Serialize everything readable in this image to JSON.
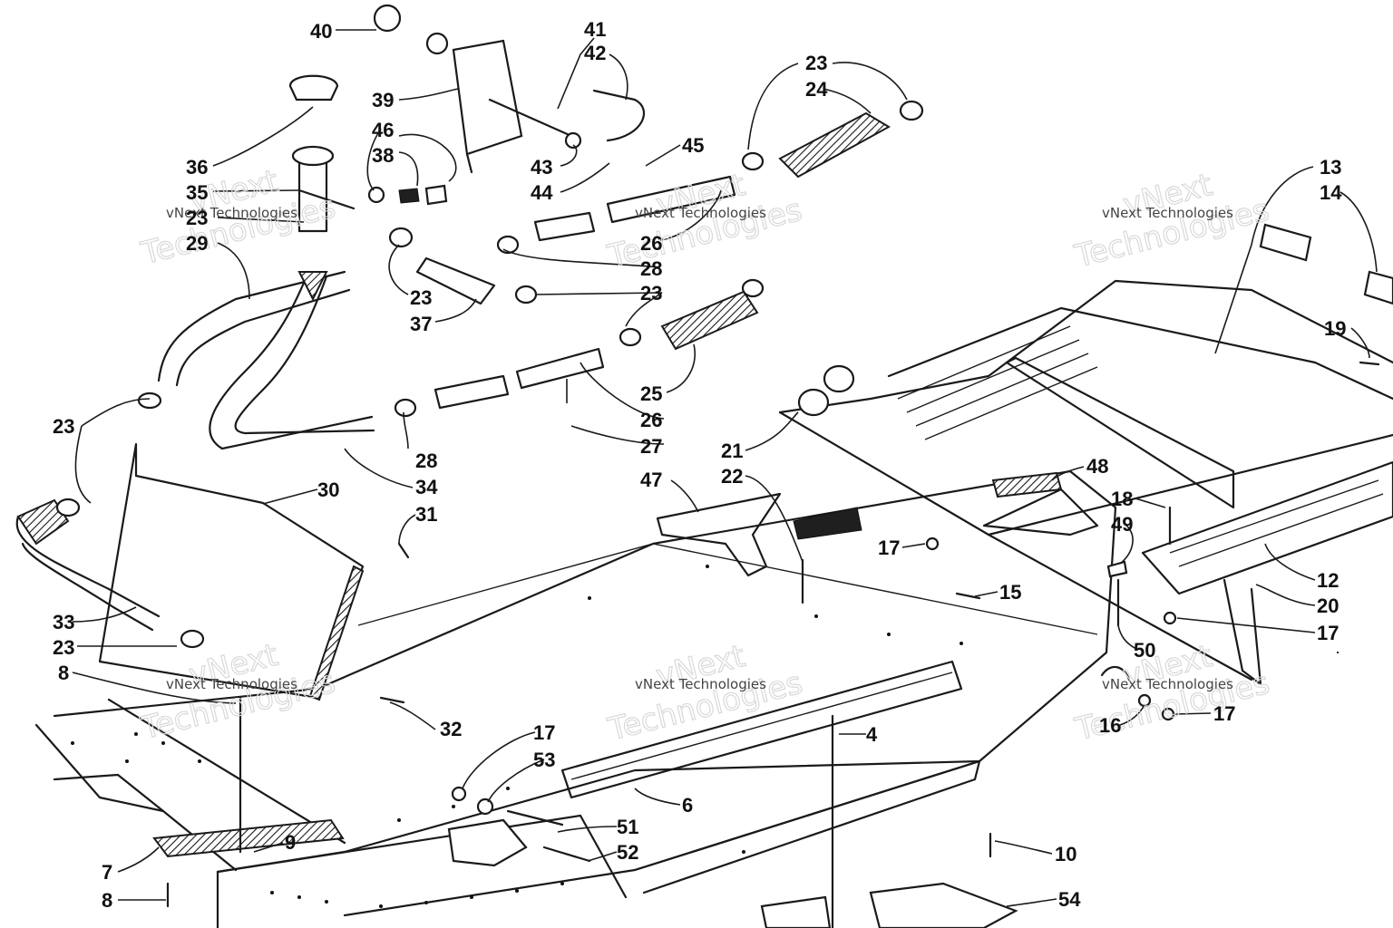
{
  "labels": [
    {
      "id": "l40",
      "text": "40"
    },
    {
      "id": "l41",
      "text": "41"
    },
    {
      "id": "l42",
      "text": "42"
    },
    {
      "id": "l39",
      "text": "39"
    },
    {
      "id": "l46",
      "text": "46"
    },
    {
      "id": "l38",
      "text": "38"
    },
    {
      "id": "l36",
      "text": "36"
    },
    {
      "id": "l35",
      "text": "35"
    },
    {
      "id": "l23a",
      "text": "23"
    },
    {
      "id": "l29",
      "text": "29"
    },
    {
      "id": "l43",
      "text": "43"
    },
    {
      "id": "l44",
      "text": "44"
    },
    {
      "id": "l45",
      "text": "45"
    },
    {
      "id": "l23b",
      "text": "23"
    },
    {
      "id": "l24",
      "text": "24"
    },
    {
      "id": "l26a",
      "text": "26"
    },
    {
      "id": "l28a",
      "text": "28"
    },
    {
      "id": "l23c",
      "text": "23"
    },
    {
      "id": "l37",
      "text": "37"
    },
    {
      "id": "l23d",
      "text": "23"
    },
    {
      "id": "l25",
      "text": "25"
    },
    {
      "id": "l26b",
      "text": "26"
    },
    {
      "id": "l27",
      "text": "27"
    },
    {
      "id": "l23e",
      "text": "23"
    },
    {
      "id": "l28b",
      "text": "28"
    },
    {
      "id": "l34",
      "text": "34"
    },
    {
      "id": "l30",
      "text": "30"
    },
    {
      "id": "l31",
      "text": "31"
    },
    {
      "id": "l33",
      "text": "33"
    },
    {
      "id": "l23f",
      "text": "23"
    },
    {
      "id": "l8a",
      "text": "8"
    },
    {
      "id": "l32",
      "text": "32"
    },
    {
      "id": "l13",
      "text": "13"
    },
    {
      "id": "l14",
      "text": "14"
    },
    {
      "id": "l19",
      "text": "19"
    },
    {
      "id": "l21",
      "text": "21"
    },
    {
      "id": "l22",
      "text": "22"
    },
    {
      "id": "l47",
      "text": "47"
    },
    {
      "id": "l48",
      "text": "48"
    },
    {
      "id": "l18",
      "text": "18"
    },
    {
      "id": "l49",
      "text": "49"
    },
    {
      "id": "l17a",
      "text": "17"
    },
    {
      "id": "l15",
      "text": "15"
    },
    {
      "id": "l12",
      "text": "12"
    },
    {
      "id": "l20",
      "text": "20"
    },
    {
      "id": "l17b",
      "text": "17"
    },
    {
      "id": "l50",
      "text": "50"
    },
    {
      "id": "l16",
      "text": "16"
    },
    {
      "id": "l17c",
      "text": "17"
    },
    {
      "id": "l4",
      "text": "4"
    },
    {
      "id": "l17d",
      "text": "17"
    },
    {
      "id": "l53",
      "text": "53"
    },
    {
      "id": "l6",
      "text": "6"
    },
    {
      "id": "l51",
      "text": "51"
    },
    {
      "id": "l52",
      "text": "52"
    },
    {
      "id": "l9",
      "text": "9"
    },
    {
      "id": "l7",
      "text": "7"
    },
    {
      "id": "l8b",
      "text": "8"
    },
    {
      "id": "l10",
      "text": "10"
    },
    {
      "id": "l54",
      "text": "54"
    }
  ],
  "watermarks": {
    "line1": "vNext",
    "line2": "Technologies",
    "small": "vNext Technologies"
  },
  "colors": {
    "ink": "#1a1a1a",
    "watermark": "#d9d9d9",
    "background": "#ffffff"
  }
}
